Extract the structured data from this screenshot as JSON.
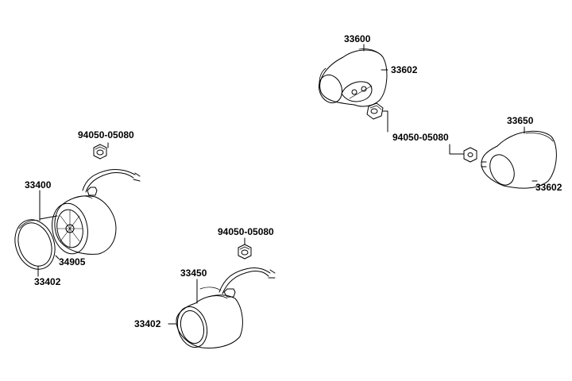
{
  "diagram": {
    "line_color": "#000000",
    "background": "#ffffff",
    "labels": {
      "nut_left": "94050-05080",
      "signal_front_left_assy": "33400",
      "lens_front_left": "33402",
      "reflector_front_left": "34905",
      "nut_center": "94050-05080",
      "signal_rear_left_assy": "33450",
      "lens_rear_left": "33402",
      "signal_front_right_assy": "33600",
      "lens_front_right": "33602",
      "nut_right": "94050-05080",
      "signal_rear_right_assy": "33650",
      "lens_rear_right": "33602"
    }
  }
}
